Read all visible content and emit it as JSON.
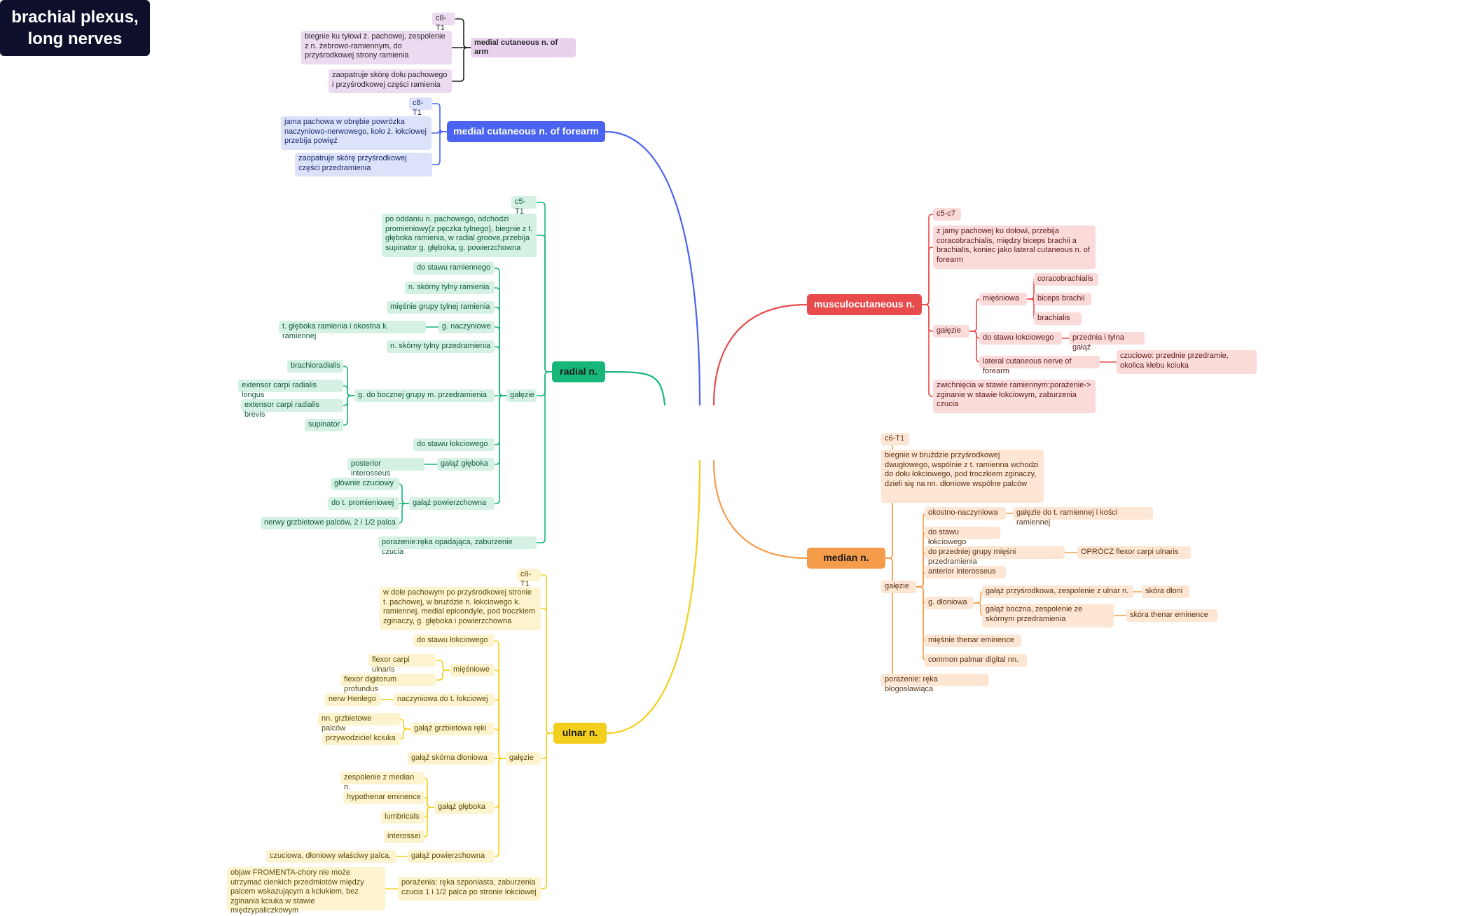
{
  "root": {
    "title": "brachial plexus, long nerves"
  },
  "theme": {
    "root_color": "#0d0f2b",
    "branch_colors": {
      "medial_arm": "#8e44ad",
      "medial_forearm": "#4a63f0",
      "radial": "#17b77a",
      "ulnar": "#f2cf1c",
      "musculocutaneous": "#e84b4b",
      "median": "#f59c4a"
    }
  },
  "nodes": {
    "ma_root": "c8-T1",
    "ma_course": "biegnie ku tyłowi ż. pachowej, zespolenie z n. żebrowo-ramiennym, do przyśrodkowej strony ramienia",
    "ma_label": "medial cutaneous n. of arm",
    "ma_supply": "zaopatruje skórę dołu pachowego i przyśrodkowej części ramienia",
    "mf_label": "medial cutaneous n. of forearm",
    "mf_root": "c8-T1",
    "mf_course": "jama pachowa w obrębie powrózka naczyniowo-nerwowego, koło ż. łokciowej przebija powięź",
    "mf_supply": "zaopatruje skórę przyśrodkowej części przedramienia",
    "r_label": "radial n.",
    "r_root": "c5-T1",
    "r_course": "po oddaniu n. pachowego, odchodzi promieniowy(z pęczka tylnego), biegnie z t. głęboka ramienia, w radial groove,przebija supinator g. głęboka, g. powierzchowna",
    "r_branches": "gałęzie",
    "r_b1": "do stawu ramiennego",
    "r_b2": "n. skórny tylny ramienia",
    "r_b3": "mięśnie grupy tylnej ramienia",
    "r_b4": "g. naczyniowe",
    "r_b4a": "t. głęboka ramienia i okostna k. ramiennej",
    "r_b5": "n. skórny tylny przedramienia",
    "r_b6": "g. do bocznej grupy m. przedramienia",
    "r_b6a": "brachioradialis",
    "r_b6b": "extensor carpi radialis longus",
    "r_b6c": "extensor carpi radialis brevis",
    "r_b6d": "supinator",
    "r_b7": "do stawu łokciowego",
    "r_b8": "gałąź głęboka",
    "r_b8a": "posterior interosseus",
    "r_b9": "gałąź powierzchowna",
    "r_b9a": "głównie czuciowy",
    "r_b9b": "do t. promieniowej",
    "r_b9c": "nerwy grzbietowe palców, 2 i 1/2 palca",
    "r_injury": "porażenie:ręka opadająca, zaburzenie czucia",
    "u_label": "ulnar n.",
    "u_root": "c8-T1",
    "u_course": "w dole pachowym po przyśrodkowej stronie t. pachowej, w bruździe n. łokciowego k. ramiennej, medial epicondyle, pod troczkiem zginaczy, g. głęboka i powierzchowna",
    "u_branches": "gałęzie",
    "u_b1": "do stawu łokciowego",
    "u_b2": "mięśniowe",
    "u_b2a": "flexor carpi ulnaris",
    "u_b2b": "flexor digitorum profundus",
    "u_b3": "naczyniowa do t. łokciowej",
    "u_b3a": "nerw Henlego",
    "u_b4": "gałąź grzbietowa ręki",
    "u_b4a": "nn. grzbietowe palców",
    "u_b4b": "przywodziciel kciuka",
    "u_b5": "gałąź skórna dłoniowa",
    "u_b6": "gałąź głęboka",
    "u_b6a": "zespolenie z median n.",
    "u_b6b": "hypothenar eminence",
    "u_b6c": "lumbricals",
    "u_b6d": "interossei",
    "u_b7": "gałąź powierzchowna",
    "u_b7a": "czuciowa, dłoniowy właściwy palca,",
    "u_injury": "porażenia: ręka szponiasta, zaburzenia czucia 1 i 1/2 palca po stronie łokciowej",
    "u_injury_a": "objaw FROMENTA-chory nie może utrzymać cienkich przedmiotów między palcem wskazującym a kciukiem, bez zginania kciuka w stawie międzypaliczkowym",
    "mc_label": "musculocutaneous n.",
    "mc_root": "c5-c7",
    "mc_course": "z jamy pachowej ku dołowi, przebija coracobrachialis, między biceps brachii a brachialis, koniec jako lateral cutaneous n. of forearm",
    "mc_branches": "gałęzie",
    "mc_b1": "mięśniowa",
    "mc_b1a": "coracobrachialis",
    "mc_b1b": "biceps brachii",
    "mc_b1c": "brachialis",
    "mc_b2": "do stawu łokciowego",
    "mc_b2a": "przednia i tylna gałąź",
    "mc_b3": "lateral cutaneous nerve of forearm",
    "mc_b3a": "czuciowo: przednie przedramie, okolica kłebu kciuka",
    "mc_injury": "zwichnięcia w stawie ramiennym:porażenie-> zginanie w stawie łokciowym, zaburzenia czucia",
    "md_label": "median n.",
    "md_root": "c6-T1",
    "md_course": "biegnie w bruździe przyśrodkowej dwugłowego, wspólnie z t. ramienna wchodzi do dołu łokciowego, pod troczkiem zginaczy, dzieli się na nn. dłoniowe wspólne palców",
    "md_branches": "gałęzie",
    "md_b1": "okostno-naczyniowa",
    "md_b1a": "gałęzie do t. ramiennej i kości ramiennej",
    "md_b2": "do stawu łokciowego",
    "md_b3": "do przedniej grupy mięśni przedramienia",
    "md_b3a": "OPRÓCZ flexor carpi ulnaris",
    "md_b4": "anterior interosseus",
    "md_b5": "g. dłoniowa",
    "md_b5a": "gałąź przyśrodkowa, zespolenie z ulnar n.",
    "md_b5a1": "skóra dłoni",
    "md_b5b": "gałąź boczna, zespolenie ze skórnym przedramienia",
    "md_b5b1": "skóra thenar eminence",
    "md_b6": "mięśnie thenar eminence",
    "md_b7": "common palmar digital nn.",
    "md_injury": "porażenie: ręka błogosławiąca"
  }
}
